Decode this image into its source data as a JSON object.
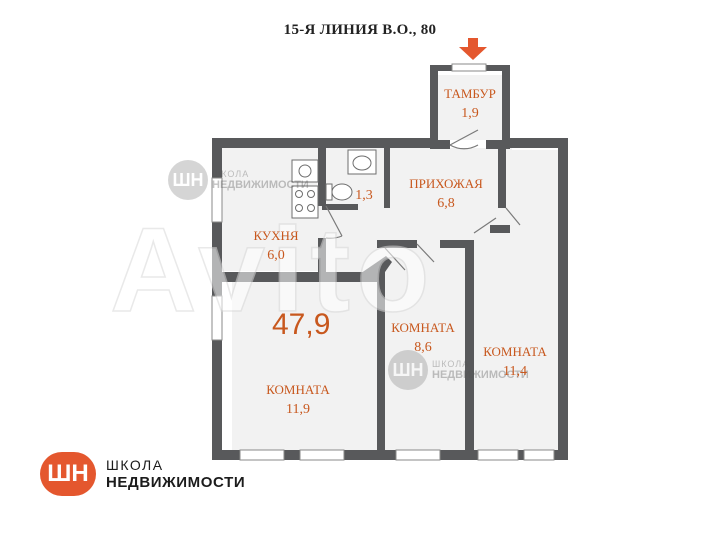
{
  "address": "15-Я ЛИНИЯ В.О., 80",
  "total_area": "47,9",
  "rooms": [
    {
      "id": "tambur",
      "name": "ТАМБУР",
      "area": "1,9"
    },
    {
      "id": "bath",
      "name": "",
      "area": "1,3"
    },
    {
      "id": "hall",
      "name": "ПРИХОЖАЯ",
      "area": "6,8"
    },
    {
      "id": "kitchen",
      "name": "КУХНЯ",
      "area": "6,0"
    },
    {
      "id": "room1",
      "name": "КОМНАТА",
      "area": "11,9"
    },
    {
      "id": "room2",
      "name": "КОМНАТА",
      "area": "8,6"
    },
    {
      "id": "room3",
      "name": "КОМНАТА",
      "area": "11,4"
    }
  ],
  "watermarks": {
    "logo_letters": "ШН",
    "line1": "ШКОЛА",
    "line2": "НЕДВИЖИМОСТИ",
    "avito": "Avito"
  },
  "brand": {
    "logo_letters": "ШН",
    "line1": "ШКОЛА",
    "line2": "НЕДВИЖИМОСТИ",
    "color": "#e4572e"
  },
  "colors": {
    "wall": "#58595b",
    "floor": "#f2f2f2",
    "label": "#c8581e",
    "arrow": "#e4572e"
  }
}
